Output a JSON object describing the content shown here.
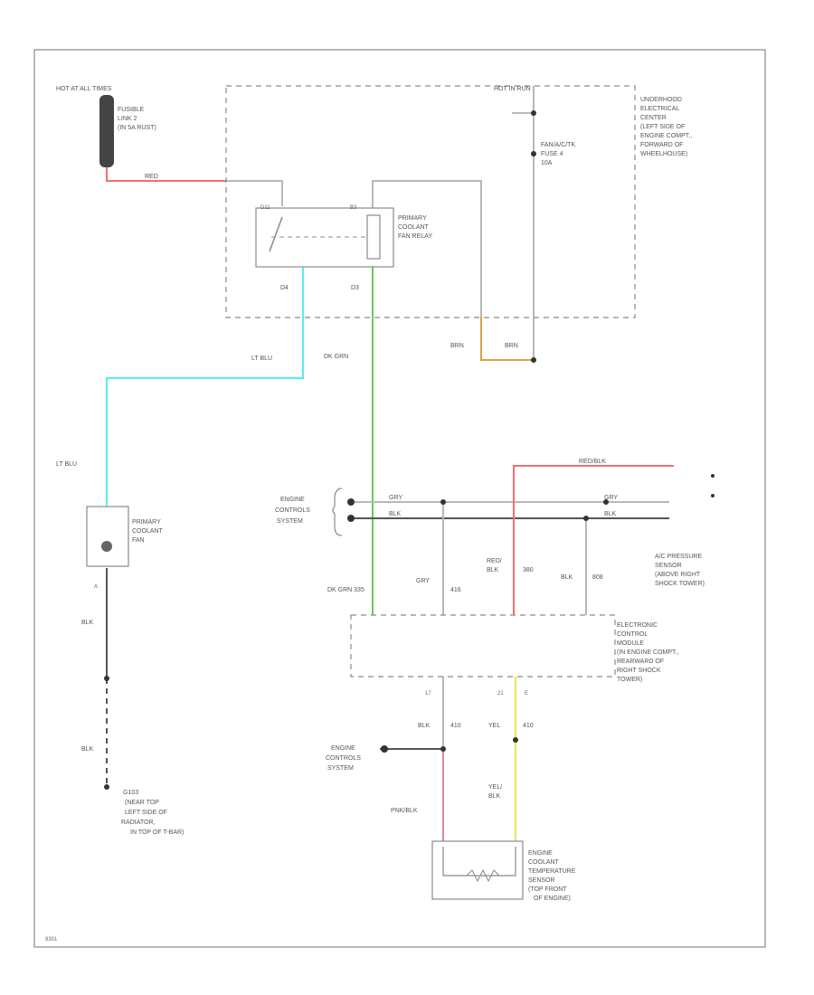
{
  "colors": {
    "red": "#f07070",
    "lt_blu": "#55eeee",
    "dk_grn": "#66cc55",
    "brn": "#e0a040",
    "gry": "#b8b8b8",
    "blk": "#555555",
    "pnk_blk": "#dd8899",
    "yel": "#e8e855",
    "frame": "#8a8a8a"
  },
  "labels": {
    "hot_at_all_times": "HOT AT ALL TIMES",
    "fusible_link_1": "FUSIBLE",
    "fusible_link_2": "LINK 2",
    "fusible_link_3": "(IN 5A RUST)",
    "red_wire": "RED",
    "hot_in_run": "HOT IN RUN",
    "fuse_1": "FAN/A/C/TK",
    "fuse_2": "FUSE 4",
    "fuse_3": "10A",
    "uec_1": "UNDERHOOD",
    "uec_2": "ELECTRICAL",
    "uec_3": "CENTER",
    "uec_4": "(LEFT SIDE OF",
    "uec_5": "ENGINE COMPT.,",
    "uec_6": "FORWARD OF",
    "uec_7": "WHEELHOUSE)",
    "relay_pin_a": "D11",
    "relay_pin_b": "B3",
    "relay_1": "PRIMARY",
    "relay_2": "COOLANT",
    "relay_3": "FAN RELAY",
    "relay_out_a": "D4",
    "relay_out_b": "D3",
    "brn_1": "BRN",
    "brn_2": "BRN",
    "lt_blu_1": "LT BLU",
    "dk_grn_1": "DK GRN",
    "lt_blu_2": "LT BLU",
    "fan_1": "PRIMARY",
    "fan_2": "COOLANT",
    "fan_3": "FAN",
    "fan_pin": "A",
    "ecs_1": "ENGINE",
    "ecs_2": "CONTROLS",
    "ecs_3": "SYSTEM",
    "gry_1": "GRY",
    "blk_1": "BLK",
    "gry_2": "GRY",
    "blk_2": "BLK",
    "red_blk_top": "RED/BLK",
    "acp_1": "A/C PRESSURE",
    "acp_2": "SENSOR",
    "acp_3": "(ABOVE RIGHT",
    "acp_4": "SHOCK TOWER)",
    "red_blk_1": "RED/",
    "red_blk_2": "BLK",
    "red_blk_3": "380",
    "blk_w": "BLK",
    "blk_num": "808",
    "gry_w": "GRY",
    "gry_num": "416",
    "dkgrn_335": "DK GRN  335",
    "ecm_1": "ELECTRONIC",
    "ecm_2": "CONTROL",
    "ecm_3": "MODULE",
    "ecm_4": "(IN ENGINE COMPT.,",
    "ecm_5": "REARWARD OF",
    "ecm_6": "RIGHT SHOCK",
    "ecm_7": "TOWER)",
    "ecm_pin_17": "17",
    "ecm_pin_21": "21",
    "ecm_pin_e": "E",
    "blk_a": "BLK",
    "num_410": "410",
    "yel_a": "YEL",
    "num_410b": "410",
    "blk_fan1": "BLK",
    "blk_fan2": "BLK",
    "ecs2_1": "ENGINE",
    "ecs2_2": "CONTROLS",
    "ecs2_3": "SYSTEM",
    "pnk_blk": "PNK/BLK",
    "yel_blk_1": "YEL/",
    "yel_blk_2": "BLK",
    "gnd_1": "G103",
    "gnd_2": "(NEAR TOP",
    "gnd_3": "LEFT SIDE OF",
    "gnd_4": "RADIATOR,",
    "gnd_5": "IN TOP OF T-BAR)",
    "ects_1": "ENGINE",
    "ects_2": "COOLANT",
    "ects_3": "TEMPERATURE",
    "ects_4": "SENSOR",
    "ects_5": "(TOP FRONT",
    "ects_6": "OF ENGINE)",
    "code": "9301"
  }
}
